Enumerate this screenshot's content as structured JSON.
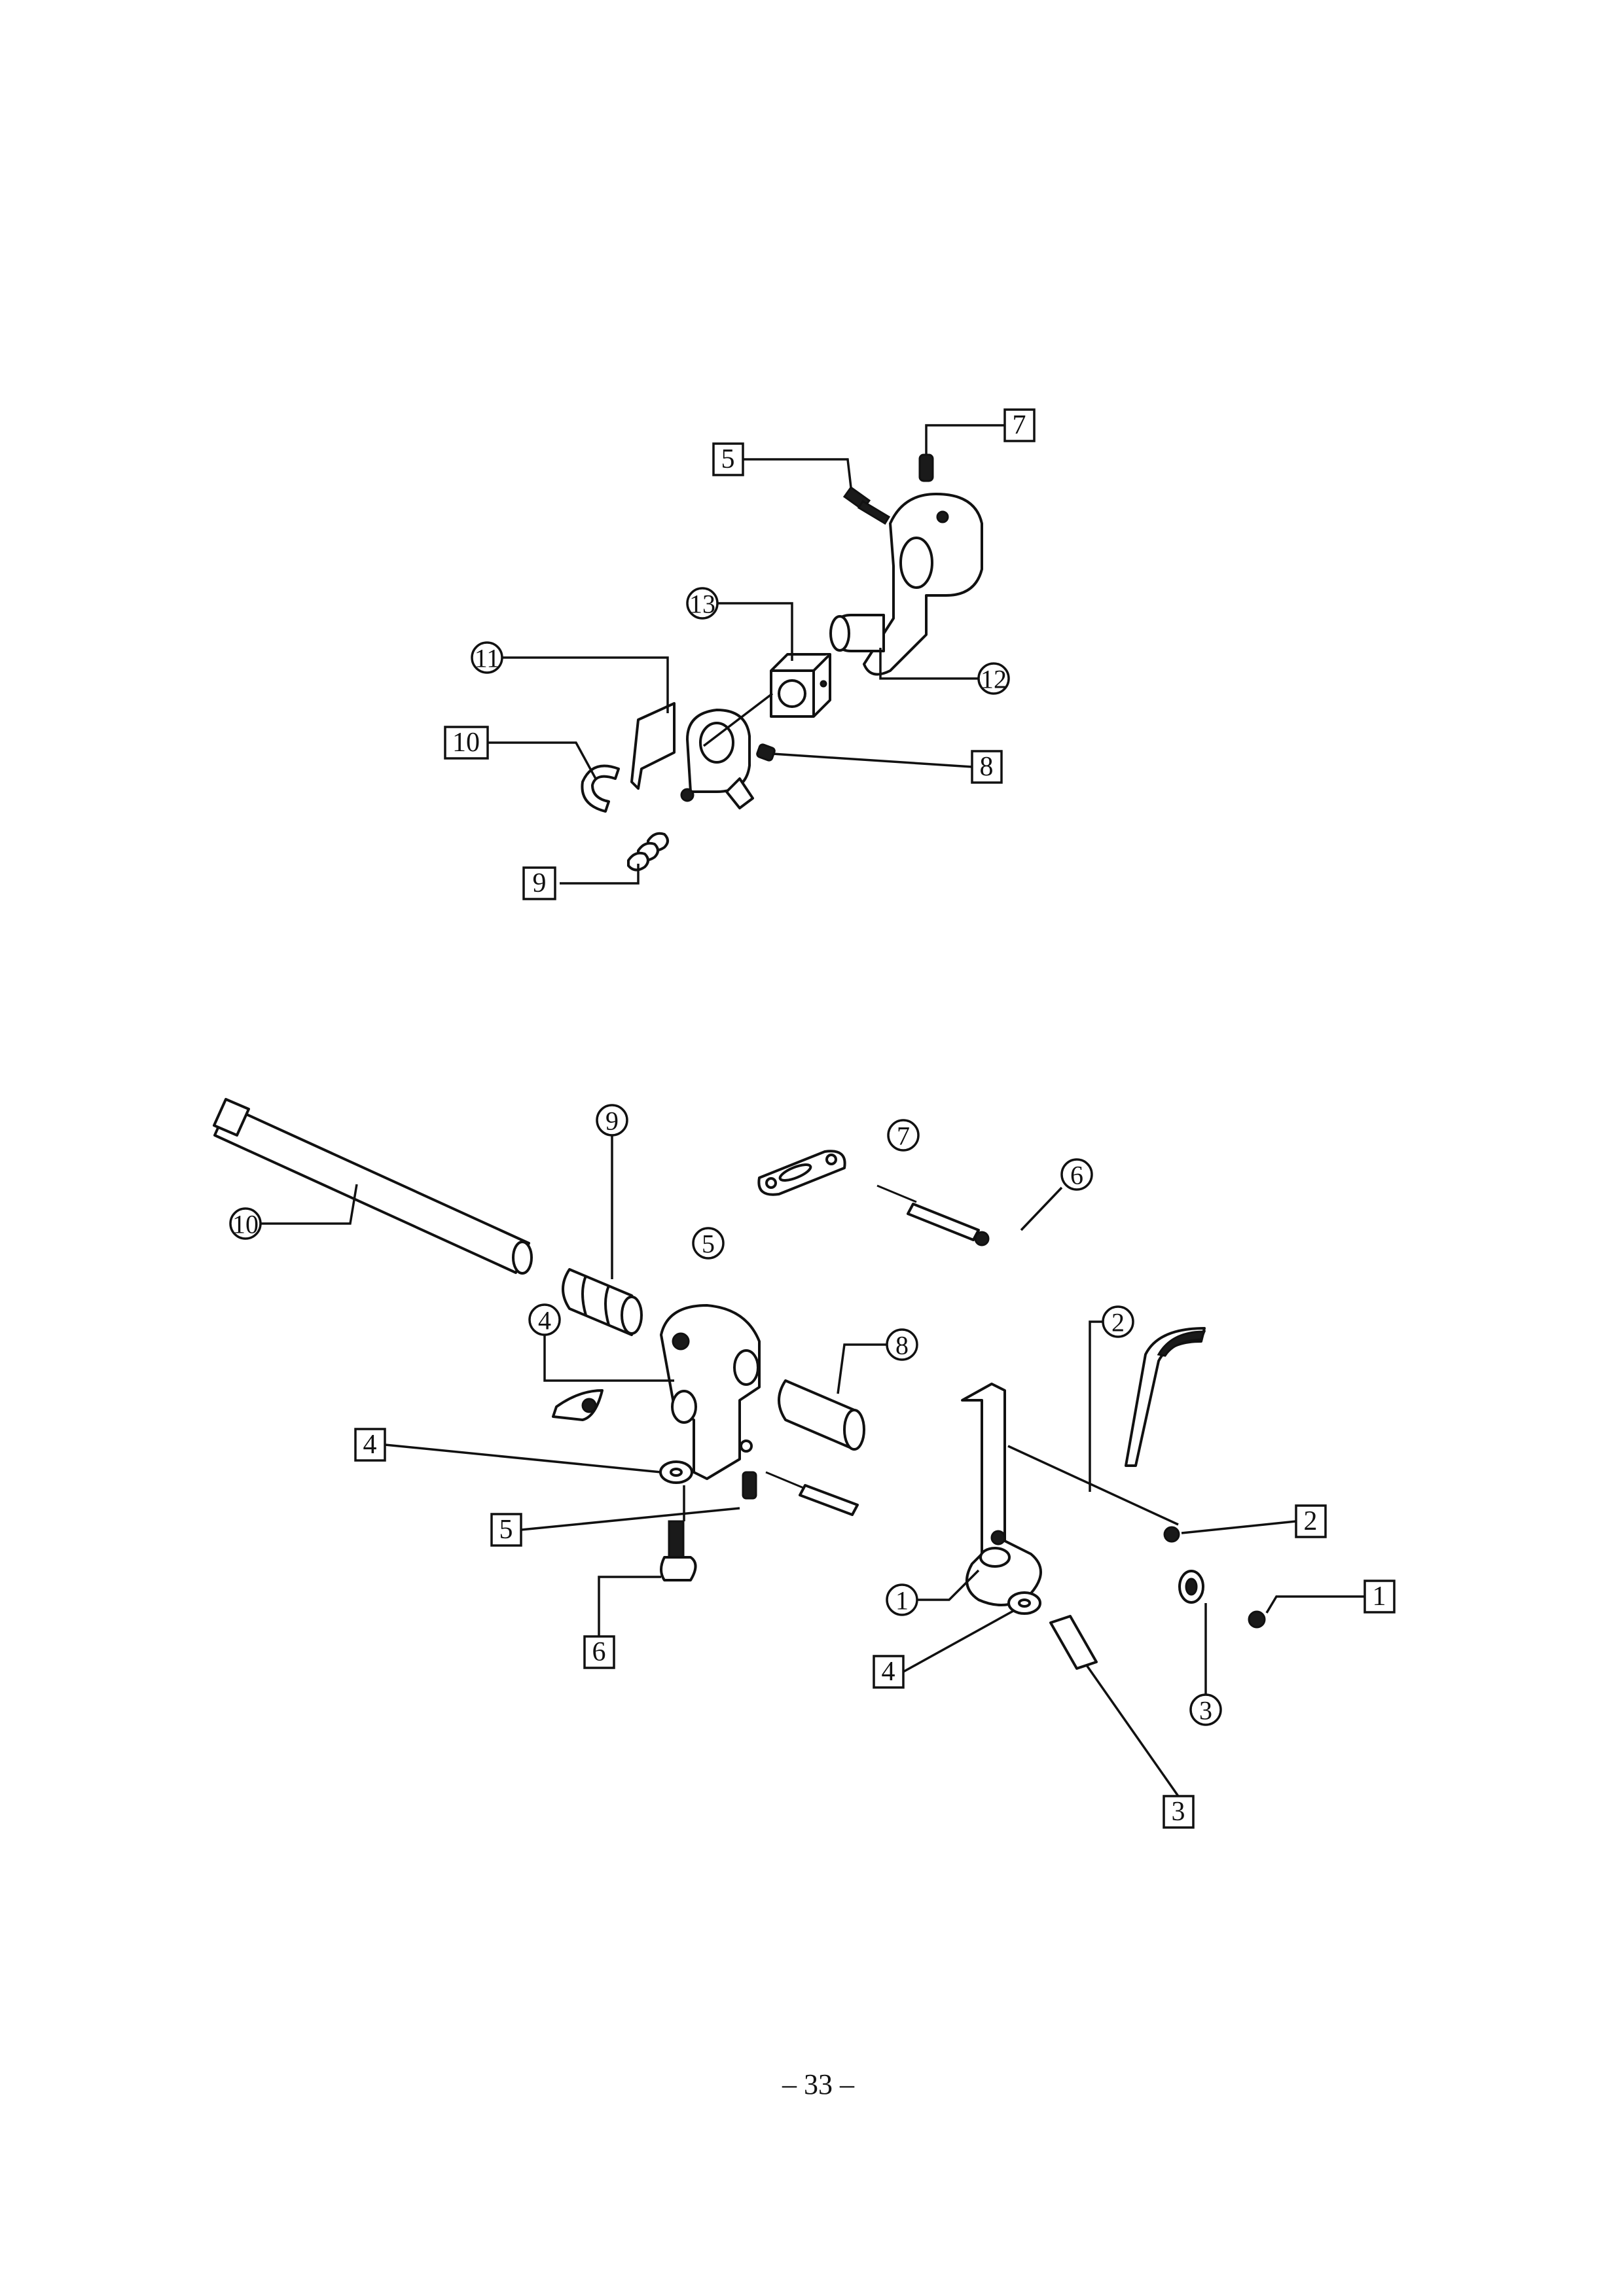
{
  "page_number": "– 33 –",
  "upper_assembly": {
    "square_labels": [
      "5",
      "7",
      "8",
      "9",
      "10"
    ],
    "circle_labels": [
      "11",
      "12",
      "13"
    ]
  },
  "lower_assembly": {
    "square_labels": [
      "1",
      "2",
      "3",
      "4",
      "5",
      "6"
    ],
    "circle_labels": [
      "1",
      "2",
      "3",
      "4",
      "5",
      "6",
      "7",
      "8",
      "9",
      "10"
    ]
  }
}
